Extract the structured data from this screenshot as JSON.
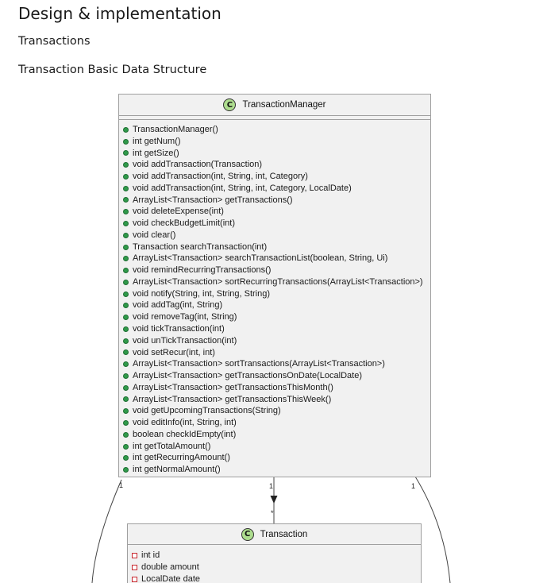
{
  "document": {
    "heading": "Design & implementation",
    "section": "Transactions",
    "subsection": "Transaction Basic Data Structure"
  },
  "diagram": {
    "classes": [
      {
        "name": "TransactionManager",
        "stereotype": "C",
        "attributes": [],
        "methods": [
          "TransactionManager()",
          "int getNum()",
          "int getSize()",
          "void addTransaction(Transaction)",
          "void addTransaction(int, String, int, Category)",
          "void addTransaction(int, String, int, Category, LocalDate)",
          "ArrayList<Transaction> getTransactions()",
          "void deleteExpense(int)",
          "void checkBudgetLimit(int)",
          "void clear()",
          "Transaction searchTransaction(int)",
          "ArrayList<Transaction> searchTransactionList(boolean, String, Ui)",
          "void remindRecurringTransactions()",
          "ArrayList<Transaction> sortRecurringTransactions(ArrayList<Transaction>)",
          "void notify(String, int, String, String)",
          "void addTag(int, String)",
          "void removeTag(int, String)",
          "void tickTransaction(int)",
          "void unTickTransaction(int)",
          "void setRecur(int, int)",
          "ArrayList<Transaction> sortTransactions(ArrayList<Transaction>)",
          "ArrayList<Transaction> getTransactionsOnDate(LocalDate)",
          "ArrayList<Transaction> getTransactionsThisMonth()",
          "ArrayList<Transaction> getTransactionsThisWeek()",
          "void getUpcomingTransactions(String)",
          "void editInfo(int, String, int)",
          "boolean checkIdEmpty(int)",
          "int getTotalAmount()",
          "int getRecurringAmount()",
          "int getNormalAmount()"
        ]
      },
      {
        "name": "Transaction",
        "stereotype": "C",
        "attributes": [
          "int id",
          "double amount",
          "LocalDate date"
        ],
        "methods": []
      }
    ],
    "multiplicities": {
      "left": "1",
      "center_top": "1",
      "center_bottom": "*",
      "right": "1"
    },
    "colors": {
      "class_fill": "#f1f1f1",
      "class_border": "#a0a0a0",
      "badge": "#addd8e",
      "public_dot": "#2f9a4a",
      "private_square": "#c82930"
    }
  }
}
